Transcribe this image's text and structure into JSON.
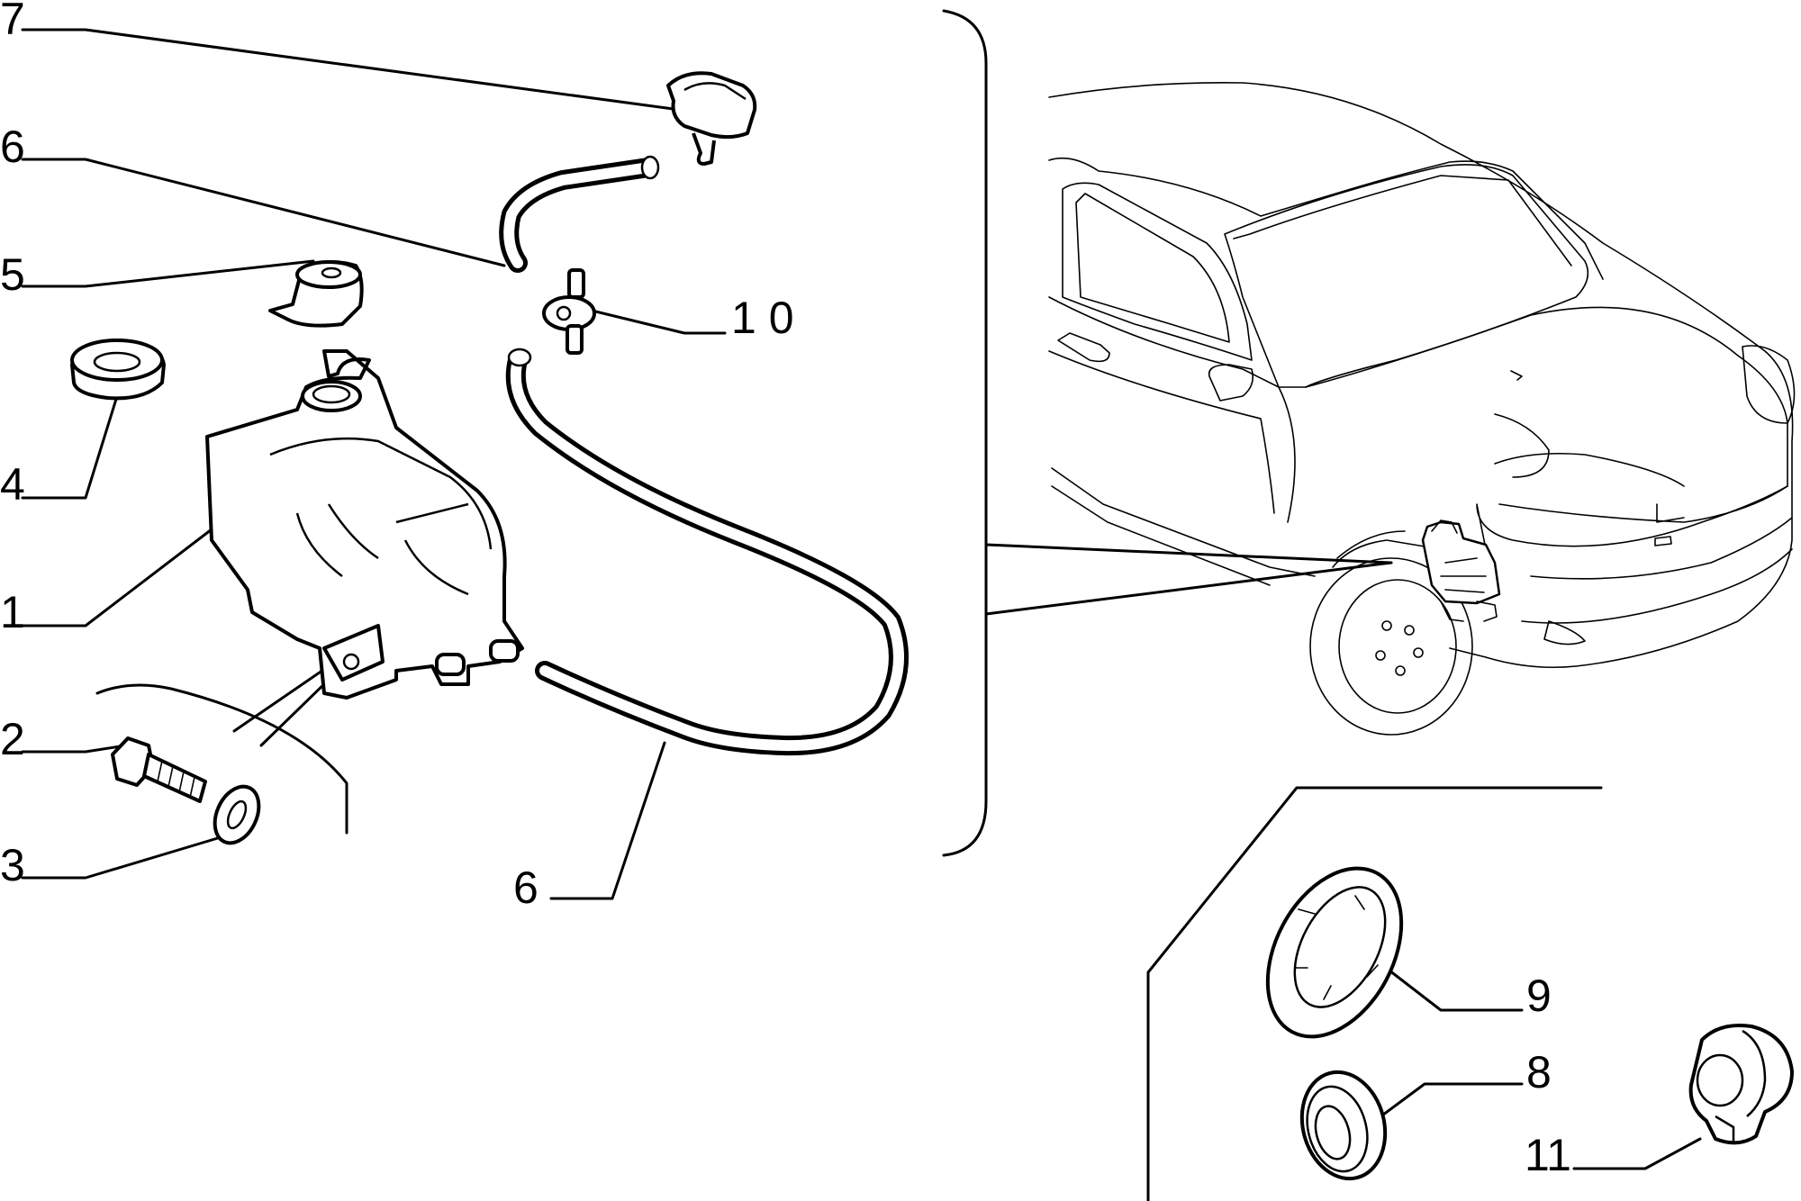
{
  "diagram": {
    "colors": {
      "ink": "#000000",
      "paper": "#ffffff"
    },
    "callouts": [
      {
        "id": "c7",
        "label": "7"
      },
      {
        "id": "c6a",
        "label": "6"
      },
      {
        "id": "c5",
        "label": "5"
      },
      {
        "id": "c10",
        "label": "1 0"
      },
      {
        "id": "c4",
        "label": "4"
      },
      {
        "id": "c1",
        "label": "1"
      },
      {
        "id": "c2",
        "label": "2"
      },
      {
        "id": "c3",
        "label": "3"
      },
      {
        "id": "c6b",
        "label": "6"
      },
      {
        "id": "c9",
        "label": "9"
      },
      {
        "id": "c8",
        "label": "8"
      },
      {
        "id": "c11",
        "label": "11"
      }
    ]
  }
}
